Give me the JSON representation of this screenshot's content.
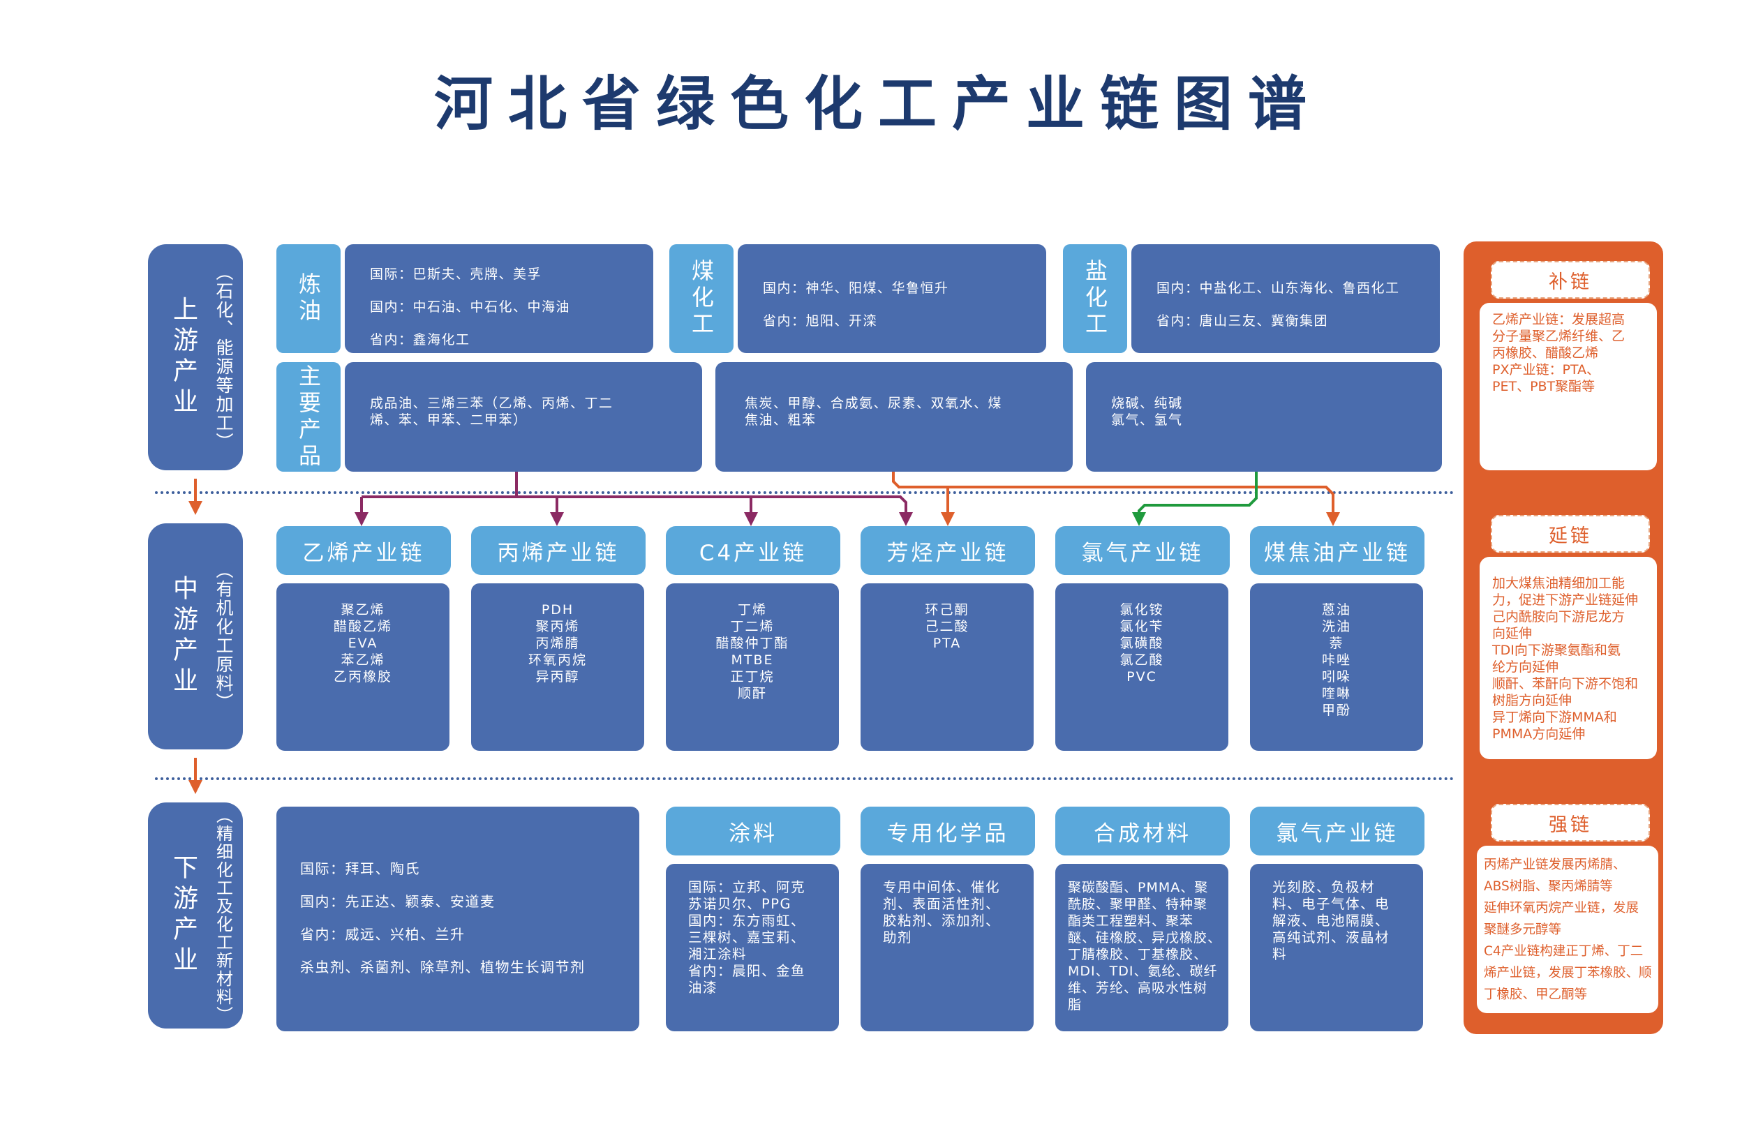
{
  "title": "河北省绿色化工产业链图谱",
  "stages": {
    "upstream": {
      "name": "上游产业",
      "sub": "（石化、能源等加工）"
    },
    "midstream": {
      "name": "中游产业",
      "sub": "（有机化工原料）"
    },
    "downstream": {
      "name": "下游产业",
      "sub": "（精细化工及化工新材料）"
    }
  },
  "upstream": {
    "refining_label": "炼油",
    "refining_lines": [
      "国际：巴斯夫、壳牌、美孚",
      "国内：中石油、中石化、中海油",
      "省内：鑫海化工"
    ],
    "coal_label": "煤化工",
    "coal_lines": [
      "国内：神华、阳煤、华鲁恒升",
      "省内：旭阳、开滦"
    ],
    "salt_label": "盐化工",
    "salt_lines": [
      "国内：中盐化工、山东海化、鲁西化工",
      "省内：唐山三友、冀衡集团"
    ],
    "products_label": "主要产品",
    "products": [
      {
        "lines": [
          "成品油、三烯三苯（乙烯、丙烯、丁二",
          "烯、苯、甲苯、二甲苯）"
        ]
      },
      {
        "lines": [
          "焦炭、甲醇、合成氨、尿素、双氧水、煤",
          "焦油、粗苯"
        ]
      },
      {
        "lines": [
          "烧碱、纯碱",
          "氯气、氢气"
        ]
      }
    ]
  },
  "midstream": {
    "chains": [
      {
        "title": "乙烯产业链",
        "items": [
          "聚乙烯",
          "醋酸乙烯",
          "EVA",
          "苯乙烯",
          "乙丙橡胶"
        ]
      },
      {
        "title": "丙烯产业链",
        "items": [
          "PDH",
          "聚丙烯",
          "丙烯腈",
          "环氧丙烷",
          "异丙醇"
        ]
      },
      {
        "title": "C4产业链",
        "items": [
          "丁烯",
          "丁二烯",
          "醋酸仲丁酯",
          "MTBE",
          "正丁烷",
          "顺酐"
        ]
      },
      {
        "title": "芳烃产业链",
        "items": [
          "环己酮",
          "己二酸",
          "PTA"
        ]
      },
      {
        "title": "氯气产业链",
        "items": [
          "氯化铵",
          "氯化苄",
          "氯磺酸",
          "氯乙酸",
          "PVC"
        ]
      },
      {
        "title": "煤焦油产业链",
        "items": [
          "蒽油",
          "洗油",
          "萘",
          "咔唑",
          "吲哚",
          "喹啉",
          "甲酚"
        ]
      }
    ]
  },
  "downstream": {
    "pesticide_lines": [
      "国际：拜耳、陶氏",
      "国内：先正达、颖泰、安道麦",
      "省内：威远、兴柏、兰升",
      "杀虫剂、杀菌剂、除草剂、植物生长调节剂"
    ],
    "categories": [
      {
        "title": "涂料",
        "lines": [
          "国际：立邦、阿克",
          "苏诺贝尔、PPG",
          "国内：东方雨虹、",
          "三棵树、嘉宝莉、",
          "湘江涂料",
          "省内：晨阳、金鱼",
          "油漆"
        ]
      },
      {
        "title": "专用化学品",
        "lines": [
          "专用中间体、催化",
          "剂、表面活性剂、",
          "胶粘剂、添加剂、",
          "助剂"
        ]
      },
      {
        "title": "合成材料",
        "lines": [
          "聚碳酸酯、PMMA、聚",
          "酰胺、聚甲醛、特种聚",
          "酯类工程塑料、聚苯",
          "醚、硅橡胶、异戊橡胶、",
          "丁腈橡胶、丁基橡胶、",
          "MDI、TDI、氨纶、碳纤",
          "维、芳纶、高吸水性树",
          "脂"
        ]
      },
      {
        "title": "氯气产业链",
        "lines": [
          "光刻胶、负极材",
          "料、电子气体、电",
          "解液、电池隔膜、",
          "高纯试剂、液晶材",
          "料"
        ]
      }
    ]
  },
  "sidebar": {
    "sections": [
      {
        "title": "补链",
        "lines": [
          "乙烯产业链：发展超高",
          "分子量聚乙烯纤维、乙",
          "丙橡胶、醋酸乙烯",
          "PX产业链：PTA、",
          "PET、PBT聚酯等"
        ]
      },
      {
        "title": "延链",
        "lines": [
          "加大煤焦油精细加工能",
          "力，促进下游产业链延伸",
          "己内酰胺向下游尼龙方",
          "向延伸",
          "TDI向下游聚氨酯和氨",
          "纶方向延伸",
          "顺酐、苯酐向下游不饱和",
          "树脂方向延伸",
          "异丁烯向下游MMA和",
          "PMMA方向延伸"
        ]
      },
      {
        "title": "强链",
        "lines": [
          "丙烯产业链发展丙烯腈、",
          "ABS树脂、聚丙烯腈等",
          "延伸环氧丙烷产业链，发展",
          "聚醚多元醇等",
          "C4产业链构建正丁烯、丁二",
          "烯产业链，发展丁苯橡胶、顺",
          "丁橡胶、甲乙酮等"
        ]
      }
    ]
  },
  "colors": {
    "primary": "#4a6cad",
    "label": "#5aa8db",
    "accent": "#de5f2c",
    "title": "#1d3a6e",
    "arrow_purple": "#8b2a63",
    "arrow_green": "#1f9a3d"
  }
}
